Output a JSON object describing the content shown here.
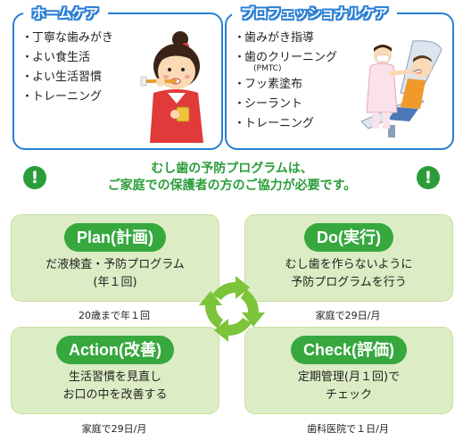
{
  "home_care": {
    "title": "ホームケア",
    "items": [
      "丁寧な歯みがき",
      "よい食生活",
      "よい生活習慣",
      "トレーニング"
    ]
  },
  "professional_care": {
    "title": "プロフェッショナルケア",
    "items": [
      {
        "label": "歯みがき指導",
        "note": ""
      },
      {
        "label": "歯のクリーニング",
        "note": "(PMTC)"
      },
      {
        "label": "フッ素塗布",
        "note": ""
      },
      {
        "label": "シーラント",
        "note": ""
      },
      {
        "label": "トレーニング",
        "note": ""
      }
    ]
  },
  "banner": {
    "line1": "むし歯の予防プログラムは、",
    "line2": "ご家庭での保護者の方のご協力が必要です。",
    "exclaim": "!"
  },
  "cycle": {
    "plan": {
      "title": "Plan(計画)",
      "line1": "だ液検査・予防プログラム",
      "line2": "(年１回)",
      "freq": "20歳まで年１回"
    },
    "do": {
      "title": "Do(実行)",
      "line1": "むし歯を作らないように",
      "line2": "予防プログラムを行う",
      "freq": "家庭で29日/月"
    },
    "action": {
      "title": "Action(改善)",
      "line1": "生活習慣を見直し",
      "line2": "お口の中を改善する",
      "freq": "家庭で29日/月"
    },
    "check": {
      "title": "Check(評価)",
      "line1": "定期管理(月１回)で",
      "line2": "チェック",
      "freq": "歯科医院で１日/月"
    }
  },
  "colors": {
    "blue": "#2a7fd4",
    "green": "#36a83e",
    "light_green": "#dcecc4",
    "arrow_green": "#7cc43a"
  }
}
